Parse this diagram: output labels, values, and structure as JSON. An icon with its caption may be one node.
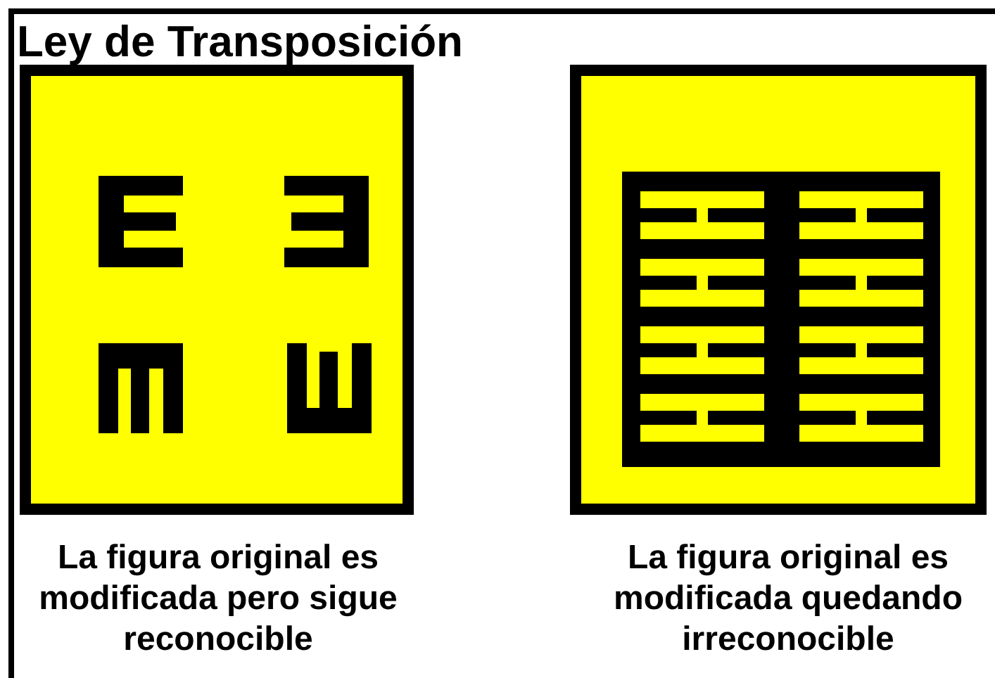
{
  "diagram": {
    "title": "Ley de Transposición",
    "labels": [
      "La figura original es modificada pero sigue reconocible",
      "La figura original es modificada quedando irreconocible"
    ]
  }
}
